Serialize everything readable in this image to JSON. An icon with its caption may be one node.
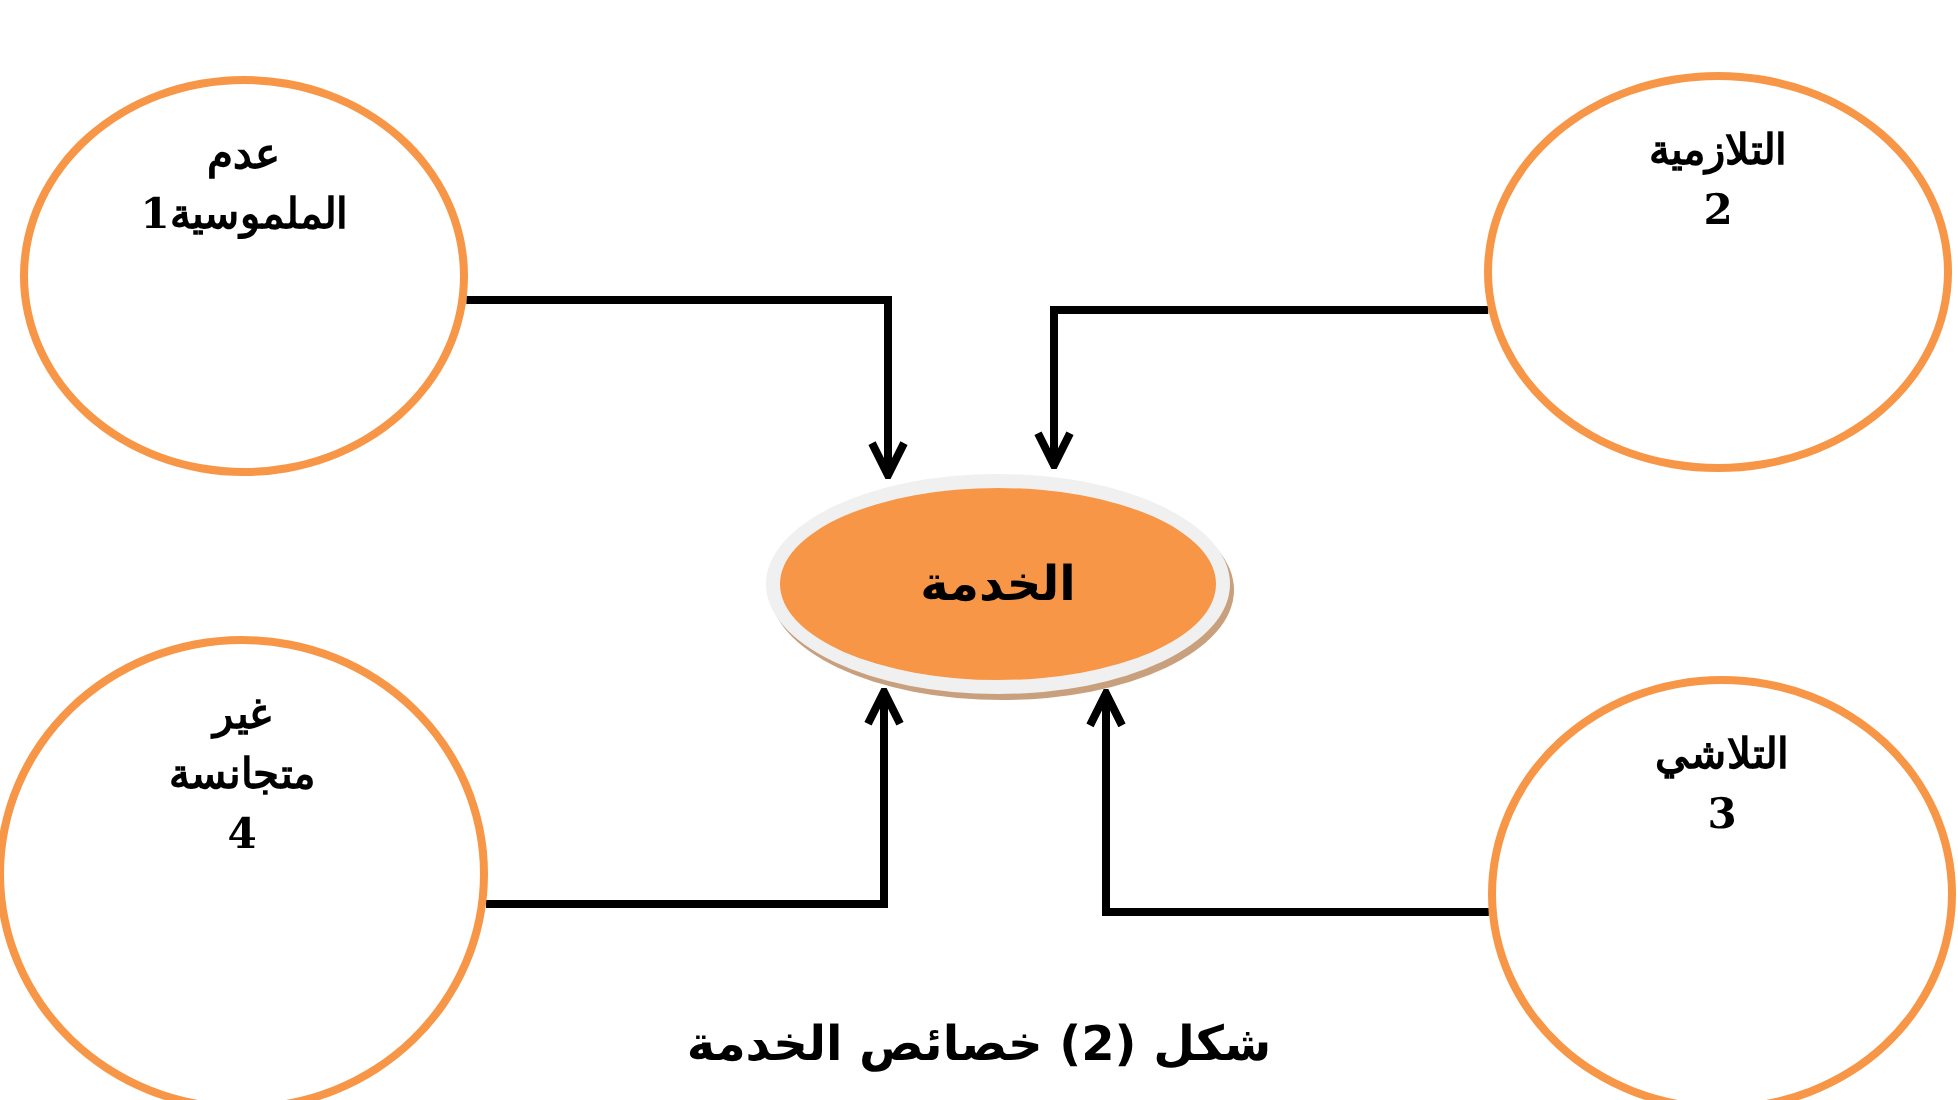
{
  "diagram": {
    "caption": "شكل (2) خصائص الخدمة",
    "nodes": [
      {
        "text": [
          "عدم الملموسية1"
        ]
      },
      {
        "text": [
          "التلازمية 2"
        ]
      },
      {
        "text": [
          "الخدمة"
        ]
      },
      {
        "text": [
          "غير متجانسة 4"
        ]
      },
      {
        "text": [
          "التلاشي 3"
        ]
      }
    ],
    "edges": [
      {
        "from": 0,
        "to": 2,
        "arrow": "to"
      },
      {
        "from": 1,
        "to": 2,
        "arrow": "to"
      },
      {
        "from": 3,
        "to": 2,
        "arrow": "to"
      },
      {
        "from": 4,
        "to": 2,
        "arrow": "to"
      }
    ]
  }
}
